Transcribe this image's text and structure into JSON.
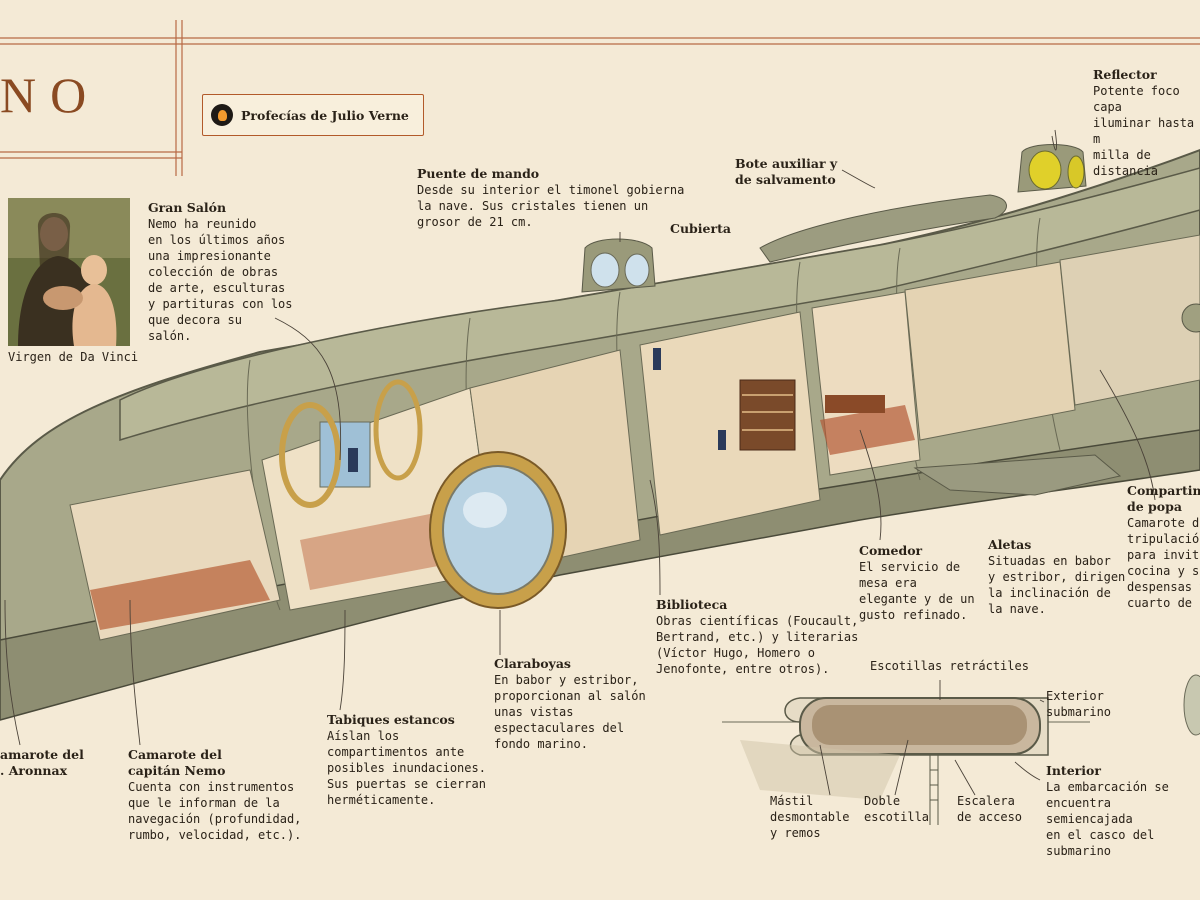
{
  "page": {
    "title_fragment": "NO",
    "badge_label": "Profecías de Julio Verne",
    "badge_icon": "lightbulb-icon",
    "colors": {
      "accent": "#b25a2a",
      "title": "#8a4a22",
      "paper": "#f4ead6",
      "hull": "#9a9a7c"
    }
  },
  "portrait": {
    "caption": "Virgen de Da Vinci"
  },
  "labels": {
    "gran_salon": {
      "heading": "Gran Salón",
      "lines": [
        "Nemo ha reunido",
        "en los últimos años",
        "una impresionante",
        "colección de obras",
        "de arte, esculturas",
        "y partituras con los",
        "que decora su",
        "salón."
      ]
    },
    "puente": {
      "heading": "Puente de mando",
      "lines": [
        "Desde su interior el timonel gobierna",
        "la nave. Sus cristales tienen un",
        "grosor de 21 cm."
      ]
    },
    "cubierta": {
      "heading": "Cubierta"
    },
    "bote": {
      "heading_lines": [
        "Bote auxiliar y",
        "de salvamento"
      ]
    },
    "reflector": {
      "heading": "Reflector",
      "lines": [
        "Potente foco capa",
        "iluminar hasta m",
        "milla de distancia"
      ]
    },
    "popa": {
      "heading_lines": [
        "Compartim",
        "de popa"
      ],
      "lines": [
        "Camarote de",
        "tripulación,",
        "para invitad",
        "cocina y sus",
        "despensas y",
        "cuarto de ba"
      ]
    },
    "comedor": {
      "heading": "Comedor",
      "lines": [
        "El servicio de",
        "mesa era",
        "elegante y de un",
        "gusto refinado."
      ]
    },
    "aletas": {
      "heading": "Aletas",
      "lines": [
        "Situadas en babor",
        "y estribor, dirigen",
        "la inclinación de",
        "la nave."
      ]
    },
    "biblioteca": {
      "heading": "Biblioteca",
      "lines": [
        "Obras científicas (Foucault,",
        "Bertrand, etc.) y literarias",
        "(Víctor Hugo, Homero o",
        "Jenofonte, entre otros)."
      ]
    },
    "claraboyas": {
      "heading": "Claraboyas",
      "lines": [
        "En babor y estribor,",
        "proporcionan al salón",
        "unas vistas",
        "espectaculares del",
        "fondo marino."
      ]
    },
    "tabiques": {
      "heading": "Tabiques estancos",
      "lines": [
        "Aíslan los",
        "compartimentos ante",
        "posibles inundaciones.",
        "Sus puertas se cierran",
        "herméticamente."
      ]
    },
    "capitan": {
      "heading_lines": [
        "Camarote del",
        "capitán Nemo"
      ],
      "lines": [
        "Cuenta con instrumentos",
        "que le informan de la",
        "navegación (profundidad,",
        "rumbo, velocidad, etc.)."
      ]
    },
    "aronnax": {
      "heading_lines": [
        "amarote del",
        ". Aronnax"
      ]
    },
    "escotillas": {
      "text": "Escotillas retráctiles"
    },
    "exterior": {
      "lines": [
        "Exterior",
        "submarino"
      ]
    },
    "interior": {
      "heading": "Interior",
      "lines": [
        "La embarcación se",
        "encuentra semiencajada",
        "en el casco del submarino"
      ]
    },
    "mastil": {
      "lines": [
        "Mástil",
        "desmontable",
        "y remos"
      ]
    },
    "doble": {
      "lines": [
        "Doble",
        "escotilla"
      ]
    },
    "escalera": {
      "lines": [
        "Escalera",
        "de acceso"
      ]
    }
  }
}
